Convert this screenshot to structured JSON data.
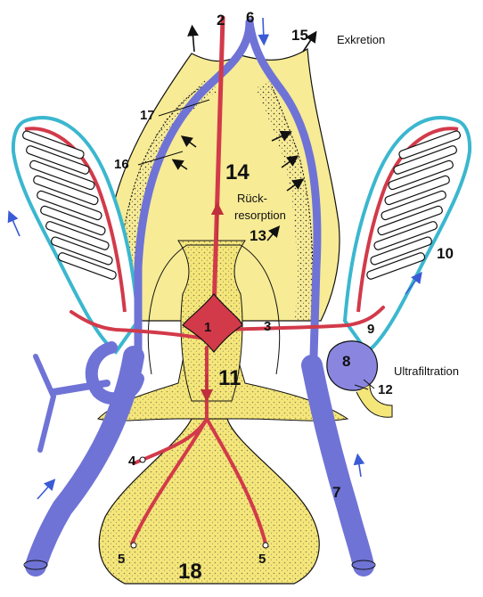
{
  "labels": {
    "n1": "1",
    "n2": "2",
    "n3": "3",
    "n4": "4",
    "n5_left": "5",
    "n5_right": "5",
    "n6": "6",
    "n7": "7",
    "n8": "8",
    "n9": "9",
    "n10": "10",
    "n11": "11",
    "n12": "12",
    "n13": "13",
    "n14": "14",
    "n15": "15",
    "n16": "16",
    "n17": "17",
    "n18": "18"
  },
  "annotations": {
    "exkretion": "Exkretion",
    "rueck_line1": "Rück-",
    "rueck_line2": "resorption",
    "ultrafiltration": "Ultrafiltration"
  },
  "colors": {
    "yellow": "#f5e67a",
    "red": "#d23a4a",
    "blue": "#6f73d6",
    "cyan": "#6fcfe0",
    "outline": "#111111"
  }
}
